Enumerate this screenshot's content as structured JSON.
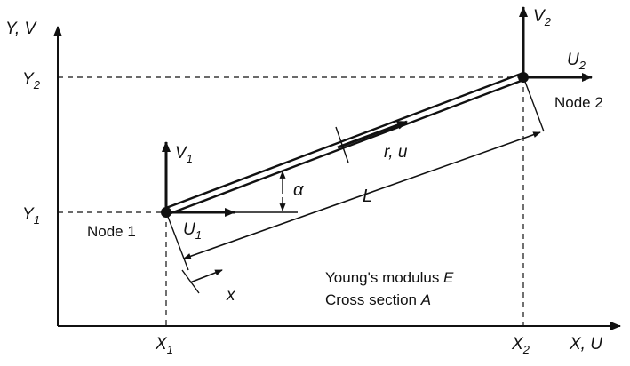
{
  "axes": {
    "y_label": {
      "main": "Y, V"
    },
    "x_label": {
      "main": "X, U"
    }
  },
  "ticks": {
    "y1": {
      "base": "Y",
      "sub": "1"
    },
    "y2": {
      "base": "Y",
      "sub": "2"
    },
    "x1": {
      "base": "X",
      "sub": "1"
    },
    "x2": {
      "base": "X",
      "sub": "2"
    }
  },
  "nodes": {
    "node1": "Node 1",
    "node2": "Node 2"
  },
  "dof": {
    "v1": {
      "base": "V",
      "sub": "1"
    },
    "u1": {
      "base": "U",
      "sub": "1"
    },
    "v2": {
      "base": "V",
      "sub": "2"
    },
    "u2": {
      "base": "U",
      "sub": "2"
    }
  },
  "element": {
    "angle": "α",
    "length": "L",
    "local_axis": "r, u",
    "local_x": "x"
  },
  "properties": {
    "line1_prefix": "Young's modulus ",
    "line1_symbol": "E",
    "line2_prefix": "Cross section ",
    "line2_symbol": "A"
  },
  "colors": {
    "ink": "#111111",
    "background": "#ffffff"
  }
}
